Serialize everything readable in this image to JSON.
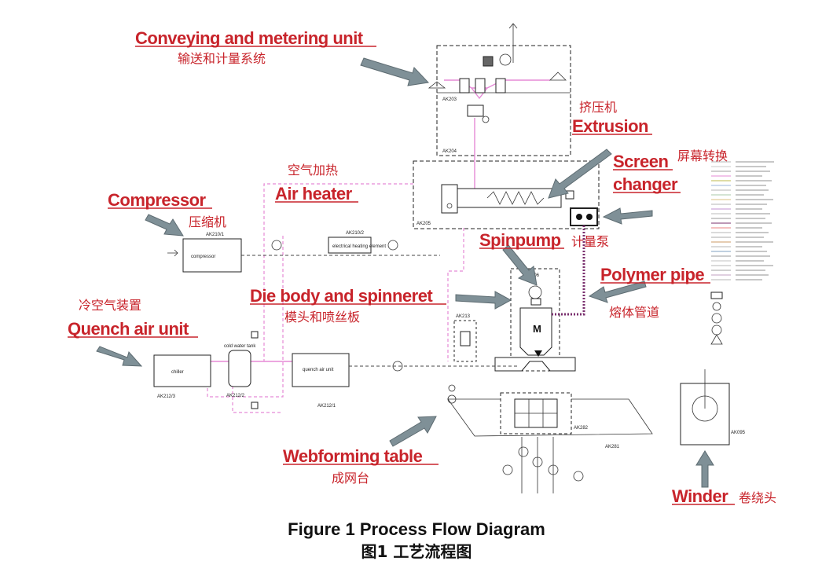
{
  "labels": {
    "conveying_en": "Conveying and metering unit",
    "conveying_zh": "输送和计量系统",
    "extrusion_zh": "挤压机",
    "extrusion_en": "Extrusion",
    "screen_en_1": "Screen",
    "screen_en_2": "changer",
    "screen_zh": "屏幕转换",
    "air_heating_zh": "空气加热",
    "air_heater_en": "Air heater",
    "compressor_en": "Compressor",
    "compressor_zh": "压缩机",
    "spinpump_en": "Spinpump",
    "spinpump_zh": "计量泵",
    "polymer_pipe_en": "Polymer pipe",
    "polymer_pipe_zh": "熔体管道",
    "die_body_en": "Die body and spinneret",
    "die_body_zh": "模头和喷丝板",
    "quench_zh": "冷空气装置",
    "quench_en": "Quench air unit",
    "webforming_en": "Webforming table",
    "webforming_zh": "成网台",
    "winder_en": "Winder",
    "winder_zh": "卷绕头"
  },
  "equipment": {
    "compressor_box": "compressor",
    "chiller_box": "chiller",
    "cold_water_tank": "cold water tank",
    "quench_air_box": "quench air unit",
    "air_heater_box": "electrical heating element",
    "motor_symbol": "M"
  },
  "tags": {
    "ak203": "AK203",
    "ak204": "AK204",
    "ak205": "AK205",
    "ak210_1": "AK210/1",
    "ak210_2": "AK210/2",
    "ak206": "AK206",
    "ak213": "AK213",
    "ak212_1": "AK212/1",
    "ak212_2": "AK212/2",
    "ak212_3": "AK212/3",
    "ak282": "AK282",
    "ak281": "AK281",
    "ak095": "AK095"
  },
  "caption": {
    "en": "Figure 1 Process Flow Diagram",
    "zh": "图1  工艺流程图"
  },
  "colors": {
    "label_red": "#c8242b",
    "arrow_gray": "#7f9097",
    "pipe_pink": "#e58ad6",
    "polymer_pipe": "#7a2f6e"
  }
}
